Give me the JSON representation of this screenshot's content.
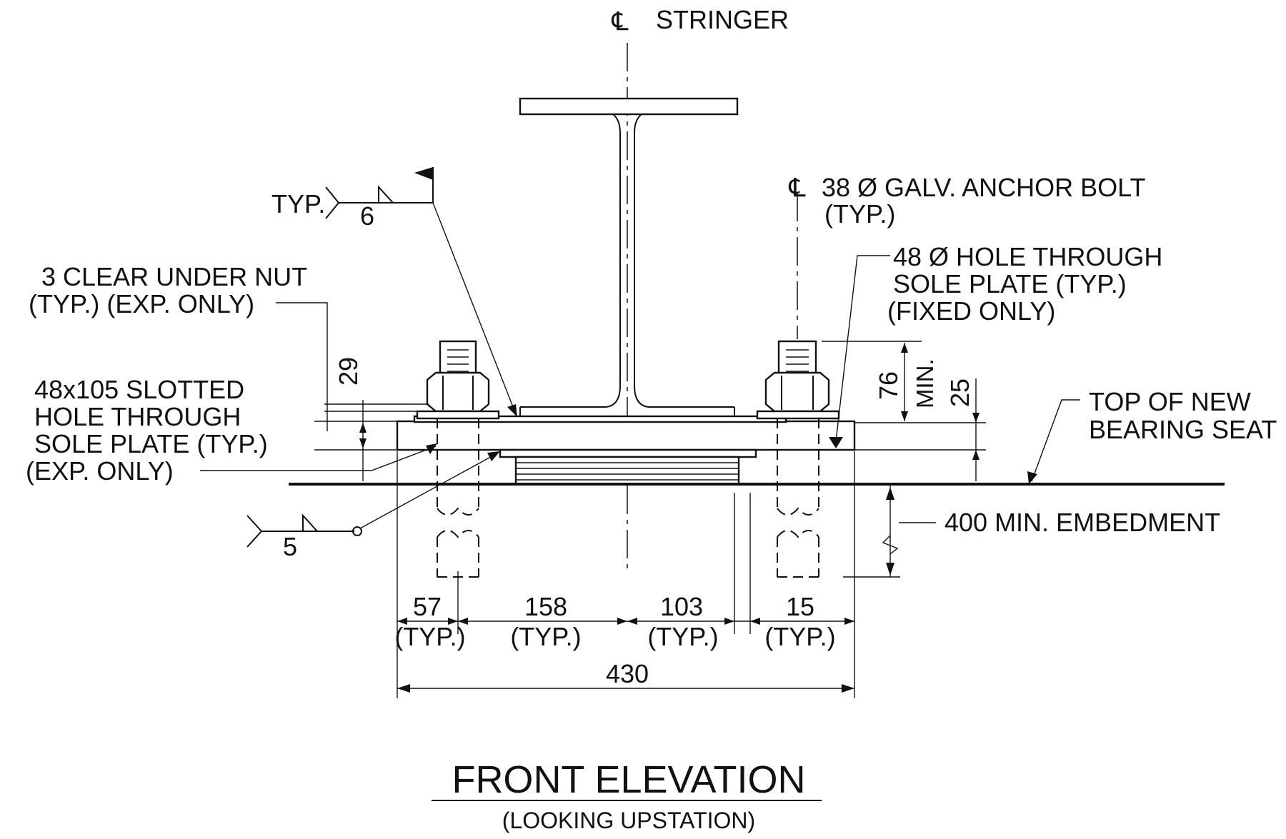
{
  "title": "FRONT ELEVATION",
  "subtitle": "(LOOKING UPSTATION)",
  "centerline_symbol": "℄",
  "labels": {
    "stringer": "STRINGER",
    "anchor_bolt_1": "38 Ø GALV. ANCHOR BOLT",
    "anchor_bolt_2": "(TYP.)",
    "hole_fixed_1": "48 Ø HOLE THROUGH",
    "hole_fixed_2": "SOLE PLATE (TYP.)",
    "hole_fixed_3": "(FIXED ONLY)",
    "clear_nut_1": "3 CLEAR UNDER NUT",
    "clear_nut_2": "(TYP.) (EXP. ONLY)",
    "slotted_1": "48x105 SLOTTED",
    "slotted_2": "HOLE THROUGH",
    "slotted_3": "SOLE PLATE (TYP.)",
    "slotted_4": "(EXP. ONLY)",
    "bearing_seat_1": "TOP OF NEW",
    "bearing_seat_2": "BEARING SEAT",
    "embedment": "400 MIN. EMBEDMENT",
    "weld_typ": "TYP.",
    "weld_6": "6",
    "weld_5": "5"
  },
  "dimensions": {
    "d29": "29",
    "d76": "76",
    "min": "MIN.",
    "d25": "25",
    "d57": "57",
    "d158": "158",
    "d103": "103",
    "d15": "15",
    "typ": "(TYP.)",
    "d430": "430"
  }
}
